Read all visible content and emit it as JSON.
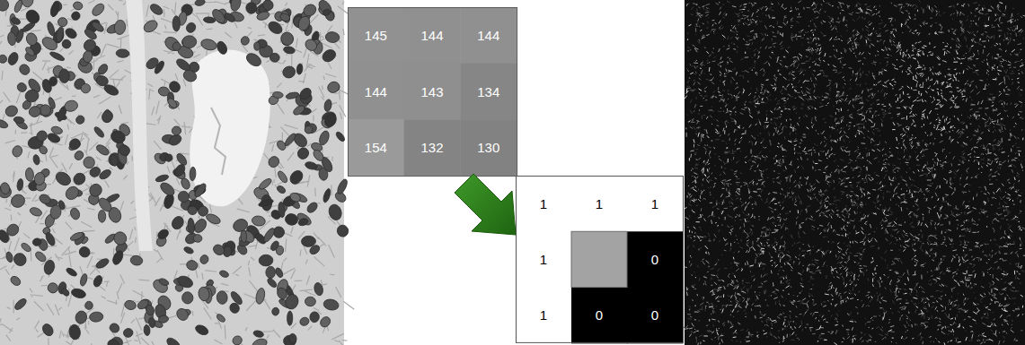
{
  "diagram": {
    "labels": [
      "145",
      "144",
      "144",
      "144",
      "143",
      "134",
      "154",
      "132",
      "130",
      "1",
      "1",
      "1",
      "1",
      "0",
      "1",
      "0",
      "0"
    ]
  }
}
